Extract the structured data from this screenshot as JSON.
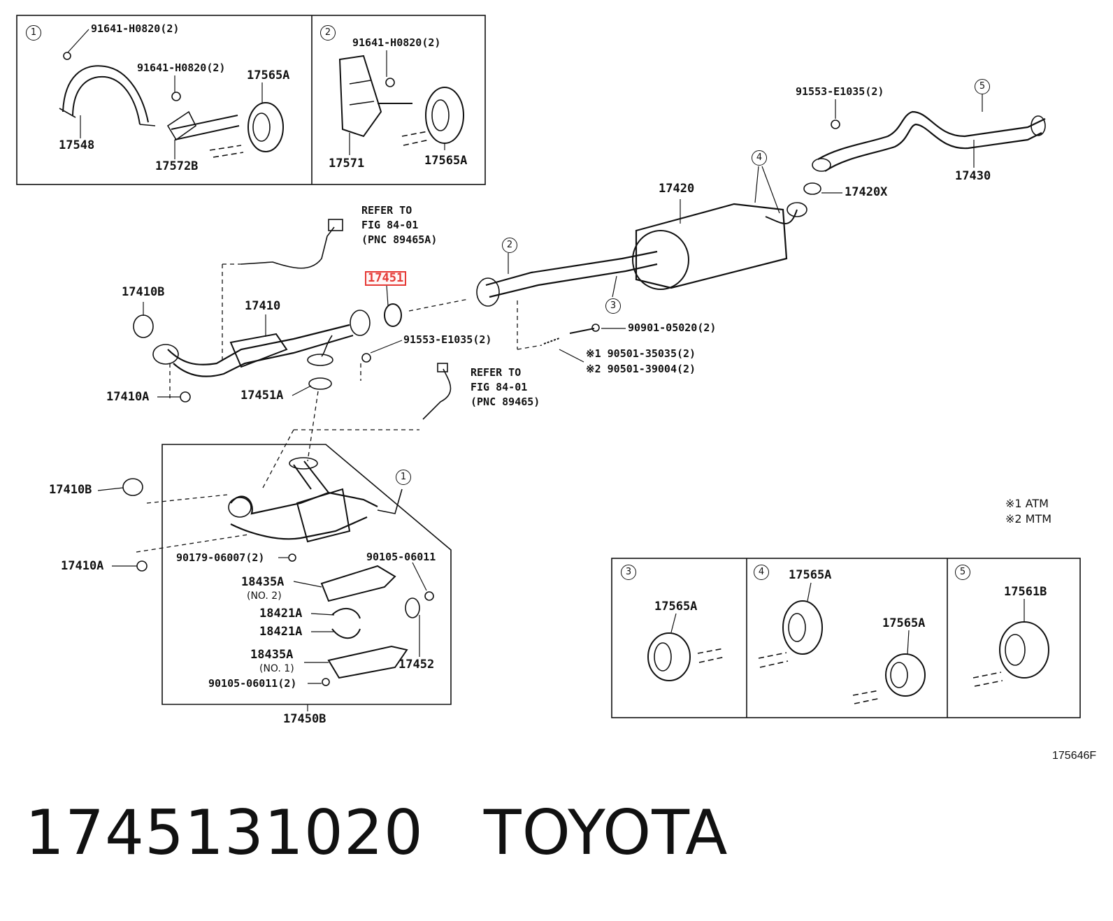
{
  "highlight_color": "#e53935",
  "caption": {
    "part_number": "1745131020",
    "brand": "TOYOTA"
  },
  "figure_id": "175646F",
  "legend": {
    "note1": "※1  ATM",
    "note2": "※2  MTM"
  },
  "insets": {
    "inset1": {
      "callout": "1",
      "bolt_a": "91641-H0820(2)",
      "bolt_b": "91641-H0820(2)",
      "hanger": "17565A",
      "bracket": "17548",
      "rod": "17572B"
    },
    "inset2": {
      "callout": "2",
      "bolt": "91641-H0820(2)",
      "bracket": "17571",
      "hanger": "17565A"
    },
    "inset3": {
      "callout": "3",
      "hanger": "17565A"
    },
    "inset4": {
      "callout": "4",
      "hanger_a": "17565A",
      "hanger_b": "17565A"
    },
    "inset5": {
      "callout": "5",
      "hanger": "17561B"
    }
  },
  "main": {
    "tail_bolt": "91553-E1035(2)",
    "tail_callout": "5",
    "tail_pipe": "17430",
    "tail_gasket": "17420X",
    "muffler_callout": "4",
    "muffler": "17420",
    "refer_upper": {
      "line1": "REFER TO",
      "line2": "FIG 84-01",
      "line3": "(PNC 89465A)"
    },
    "center_callout_2": "2",
    "center_callout_3": "3",
    "highlighted_gasket": "17451",
    "gasket_17410b": "17410B",
    "front_pipe": "17410",
    "bolt_91553": "91553-E1035(2)",
    "bolt_90901": "90901-05020(2)",
    "spring_atm": "※1  90501-35035(2)",
    "spring_mtm": "※2  90501-39004(2)",
    "nut_17410a": "17410A",
    "gasket_17451a": "17451A",
    "refer_lower": {
      "line1": "REFER TO",
      "line2": "FIG 84-01",
      "line3": "(PNC 89465)"
    }
  },
  "subassembly": {
    "callout": "1",
    "gasket_17410b": "17410B",
    "nut_17410a": "17410A",
    "nut": "90179-06007(2)",
    "bolt_top": "90105-06011",
    "shield_no2": "18435A",
    "shield_no2_sub": "(NO. 2)",
    "clamp_a": "18421A",
    "clamp_b": "18421A",
    "shield_no1": "18435A",
    "shield_no1_sub": "(NO. 1)",
    "bolt_bottom": "90105-06011(2)",
    "clip": "17452",
    "assembly": "17450B"
  }
}
